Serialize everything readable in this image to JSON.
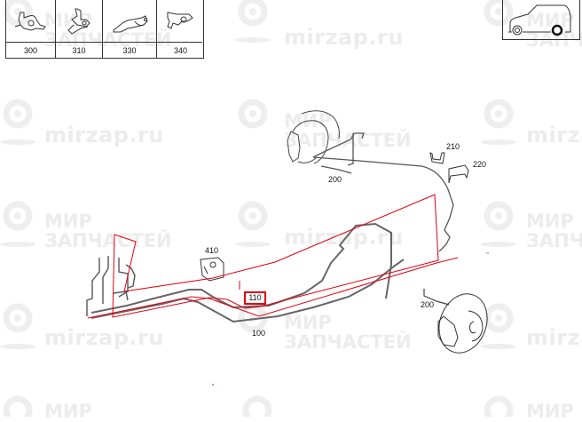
{
  "diagram": {
    "type": "brake-line parts diagram",
    "watermarks": {
      "url_text": "mirzap.ru",
      "brand_line1": "МИР",
      "brand_line2": "ЗАПЧАСТЕЙ"
    },
    "thumbnail_strip": {
      "items": [
        {
          "number": "300"
        },
        {
          "number": "310"
        },
        {
          "number": "330"
        },
        {
          "number": "340"
        }
      ]
    },
    "vehicle_icon": {
      "name": "SUV side view, rear wheel highlighted"
    },
    "callouts": [
      {
        "id": "200-front",
        "number": "200"
      },
      {
        "id": "210",
        "number": "210"
      },
      {
        "id": "220",
        "number": "220"
      },
      {
        "id": "410",
        "number": "410"
      },
      {
        "id": "110",
        "number": "110",
        "highlighted": true
      },
      {
        "id": "100",
        "number": "100"
      },
      {
        "id": "200-rear",
        "number": "200"
      }
    ],
    "colors": {
      "highlight": "#e1000f",
      "line_art": "#555555",
      "watermark": "#ececec"
    }
  }
}
